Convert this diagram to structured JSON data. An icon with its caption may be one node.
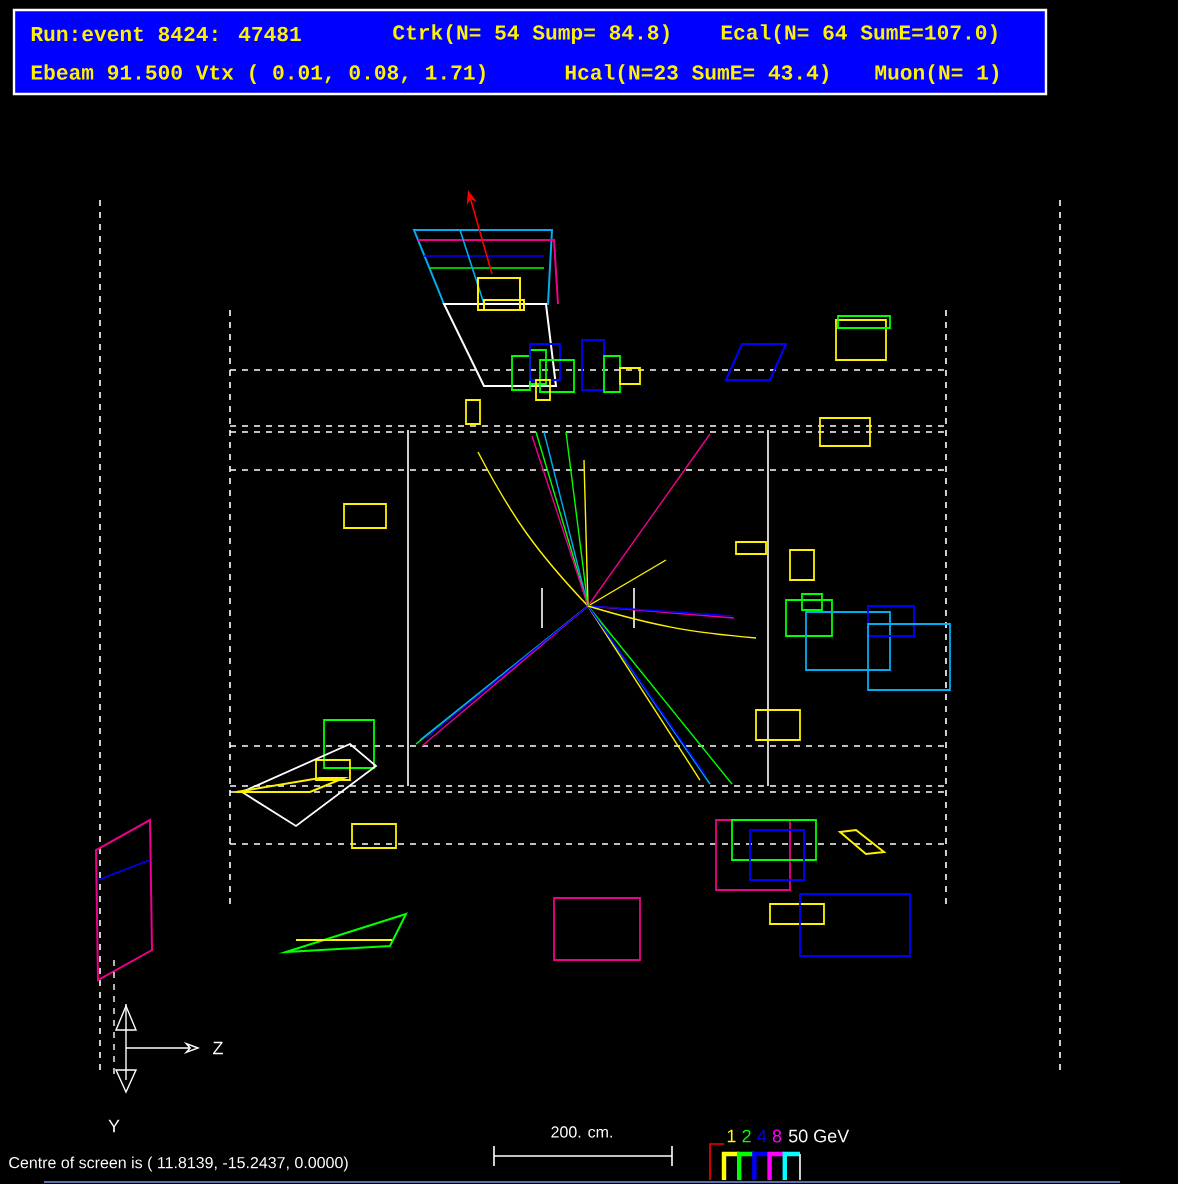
{
  "diagram": {
    "labels": [
      "Run:event 8424: 47481",
      "Ctrk(N= 54 Sump= 84.8)",
      "Ecal(N= 64 SumE=107.0)",
      "Ebeam 91.500 Vtx ( 0.01, 0.08, 1.71)",
      "Hcal(N=23 SumE= 43.4)",
      "Muon(N= 1)",
      "Z",
      "Y",
      "Centre of screen is ( 11.8139, -15.2437,  0.0000)",
      "200. cm."
    ],
    "legend": [
      {
        "text": "1",
        "color": "#ffff00"
      },
      {
        "text": "2",
        "color": "#00ff00"
      },
      {
        "text": "4",
        "color": "#0000ff"
      },
      {
        "text": "8",
        "color": "#ff00ff"
      },
      {
        "text": "50 GeV",
        "color": "#00ffff"
      }
    ]
  }
}
